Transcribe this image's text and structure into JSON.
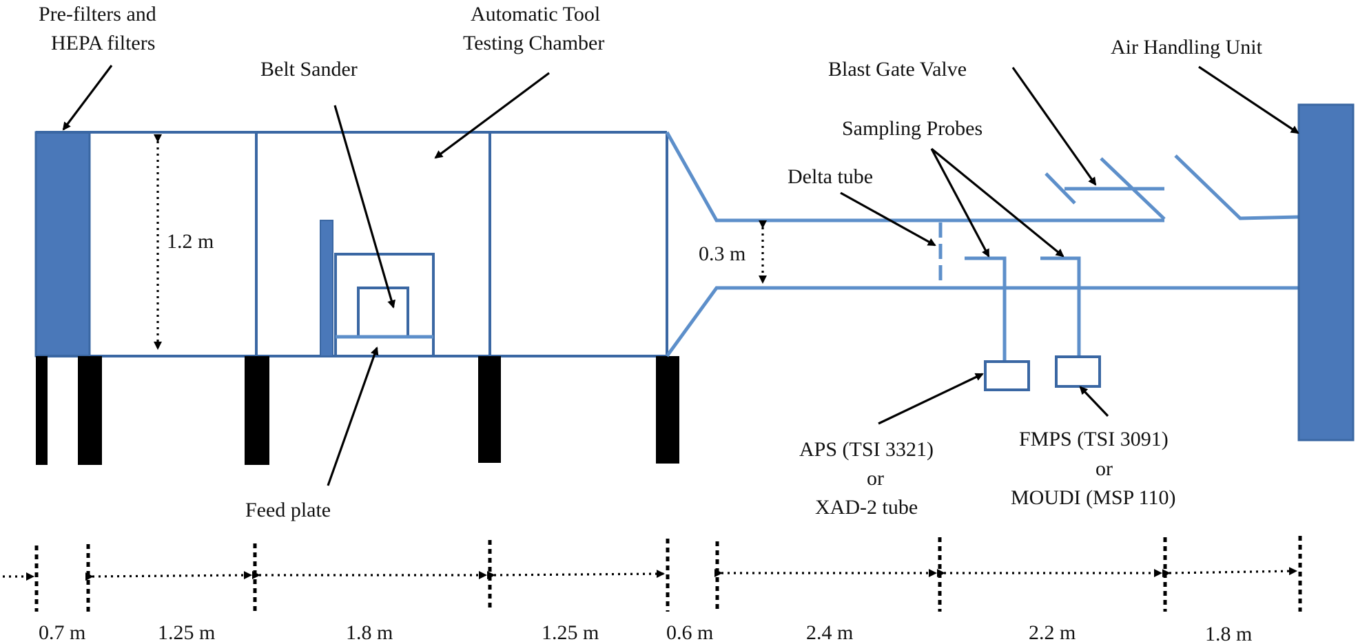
{
  "labels": {
    "prefilters_line1": "Pre-filters  and",
    "prefilters_line2": "HEPA filters",
    "chamber_line1": "Automatic Tool",
    "chamber_line2": "Testing Chamber",
    "belt_sander": "Belt Sander",
    "feed_plate": "Feed plate",
    "blast_gate": "Blast Gate Valve",
    "air_handling": "Air Handling Unit",
    "sampling_probes": "Sampling Probes",
    "delta_tube": "Delta tube",
    "chamber_height": "1.2 m",
    "duct_diameter": "0.3 m",
    "aps_line1": "APS (TSI 3321)",
    "aps_line2": "or",
    "aps_line3": "XAD-2 tube",
    "fmps_line1": "FMPS (TSI 3091)",
    "fmps_line2": "or",
    "fmps_line3": "MOUDI (MSP 110)"
  },
  "segments": [
    "0.7 m",
    "1.25 m",
    "1.8 m",
    "1.25 m",
    "0.6 m",
    "2.4 m",
    "2.2 m",
    "1.8 m"
  ],
  "colors": {
    "structure": "#3a67a3",
    "duct": "#5d8fca",
    "filter_fill": "#4a78b9",
    "legs": "#000000"
  }
}
